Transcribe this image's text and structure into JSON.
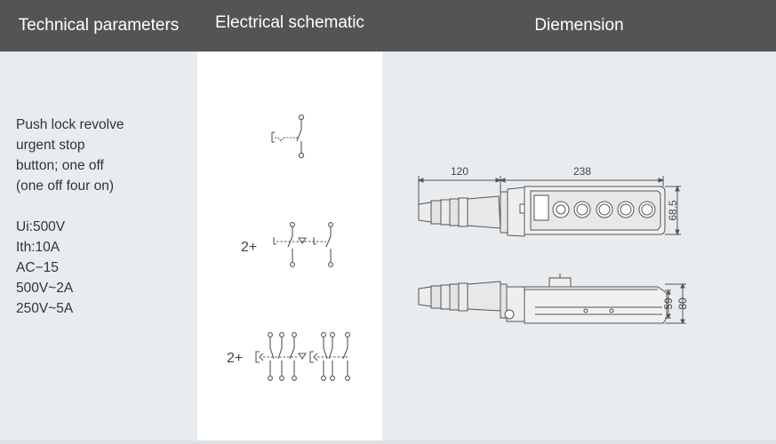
{
  "header": {
    "col1": "Technical parameters",
    "col2": "Electrical schematic",
    "col3": "Diemension"
  },
  "technical": {
    "description": [
      "Push lock revolve",
      "urgent stop",
      "button; one off",
      "(one off four on)"
    ],
    "specs": [
      "Ui:500V",
      "Ith:10A",
      "AC−15",
      "500V~2A",
      "250V~5A"
    ]
  },
  "schematic": {
    "prefix_2": "2+",
    "prefix_3": "2+"
  },
  "dimension": {
    "handle_length": "120",
    "body_length": "238",
    "width": "68.5",
    "height_inner": "59",
    "height_outer": "80"
  },
  "colors": {
    "header_bg": "#545454",
    "panel_bg": "#e9ecef",
    "line": "#555555"
  }
}
